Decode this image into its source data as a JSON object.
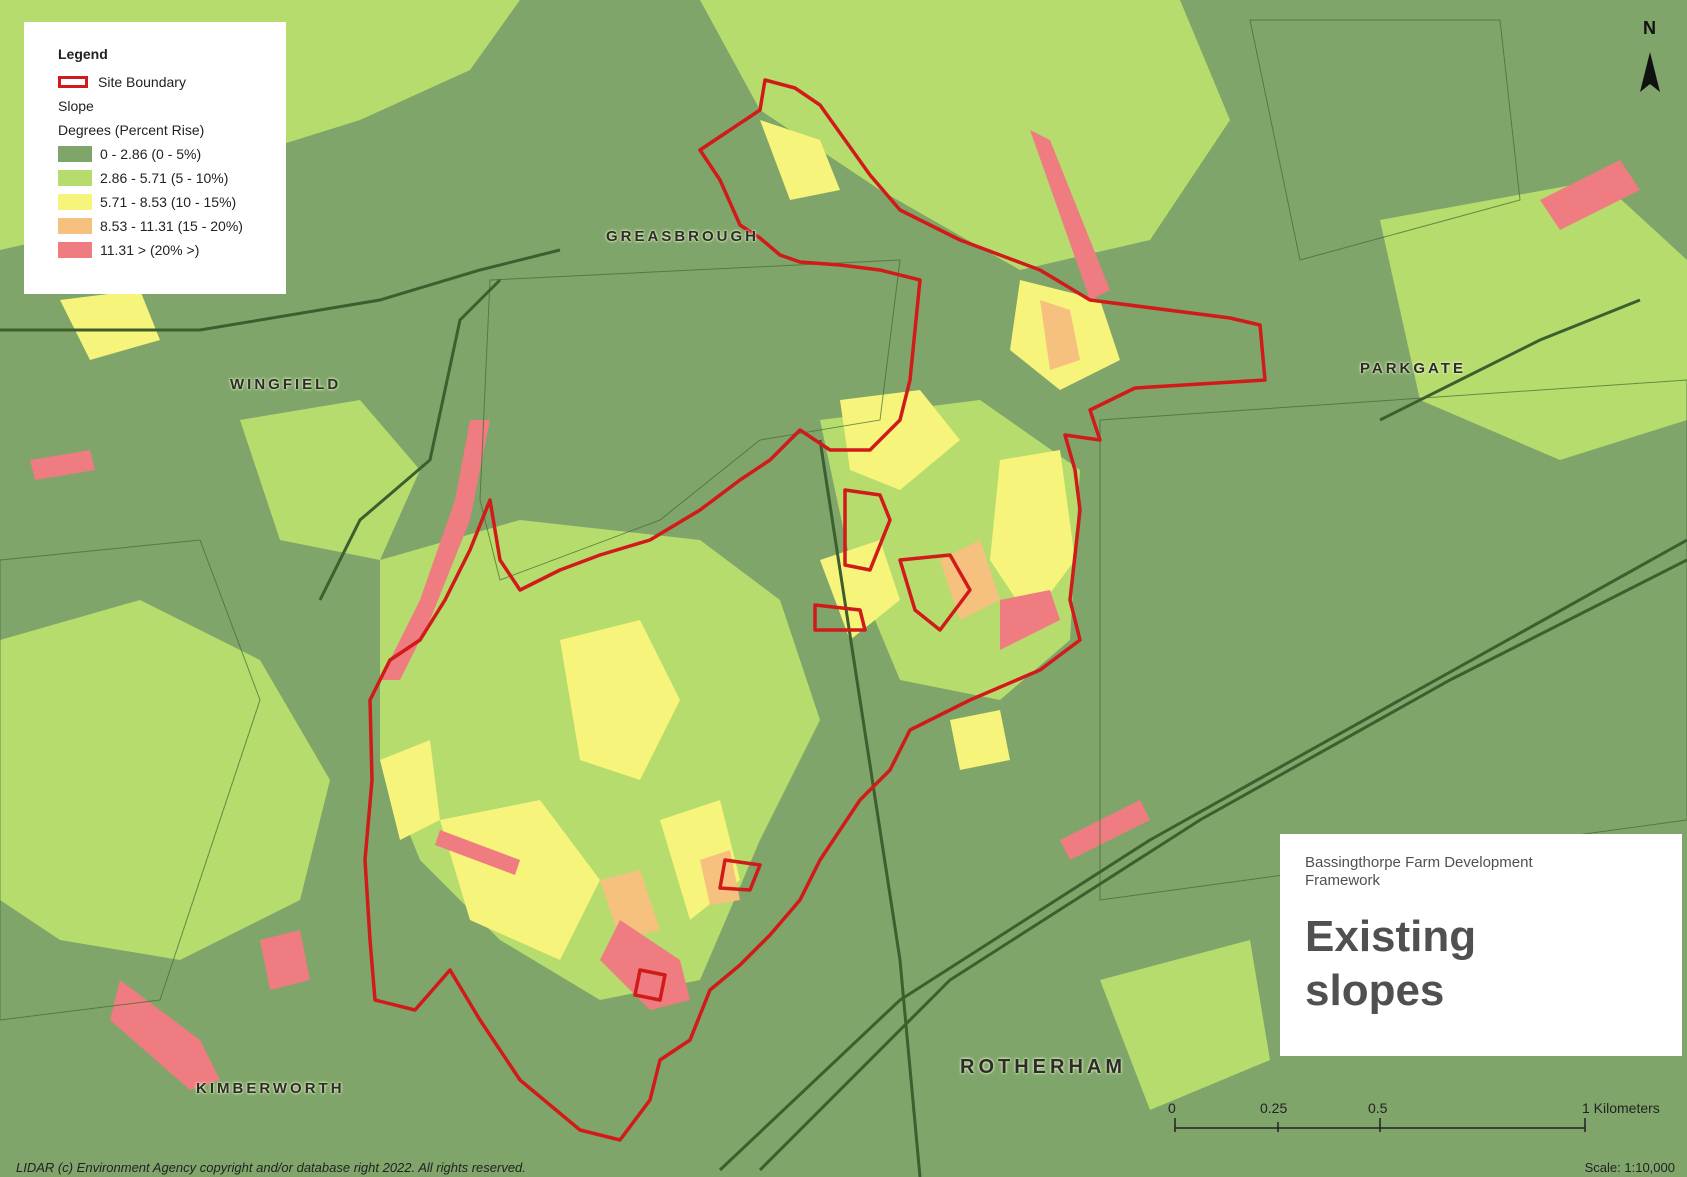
{
  "legend": {
    "title": "Legend",
    "boundary_label": "Site Boundary",
    "layer": "Slope",
    "units": "Degrees (Percent Rise)",
    "classes": [
      {
        "label": "0 - 2.86 (0 - 5%)",
        "color": "#7fa56a"
      },
      {
        "label": "2.86 - 5.71 (5 - 10%)",
        "color": "#b6dc6e"
      },
      {
        "label": "5.71 - 8.53 (10 - 15%)",
        "color": "#f6f47a"
      },
      {
        "label": "8.53 - 11.31 (15 - 20%)",
        "color": "#f6c07e"
      },
      {
        "label": "11.31 > (20% >)",
        "color": "#ee7c80"
      }
    ],
    "boundary_color": "#d11a1a"
  },
  "title_block": {
    "subtitle": "Bassingthorpe Farm Development Framework",
    "title": "Existing slopes"
  },
  "places": {
    "greasbrough": "GREASBROUGH",
    "wingfield": "WINGFIELD",
    "parkgate": "PARKGATE",
    "rotherham": "ROTHERHAM",
    "kimberworth": "KIMBERWORTH"
  },
  "scale": {
    "ticks": [
      "0",
      "0.25",
      "0.5",
      "1 Kilometers"
    ],
    "label": "Scale: 1:10,000"
  },
  "north_label": "N",
  "copyright": "LIDAR (c) Environment Agency copyright and/or database right 2022. All rights reserved."
}
